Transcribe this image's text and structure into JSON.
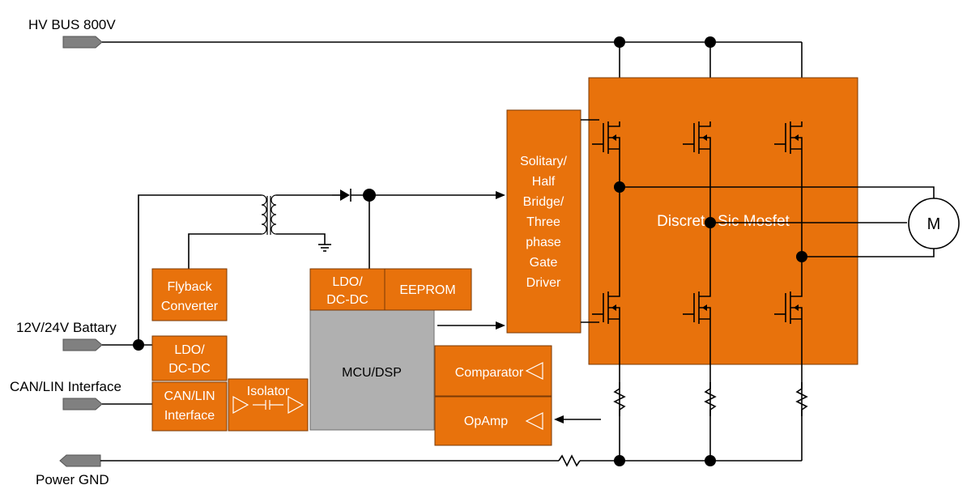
{
  "ports": {
    "hv_bus": "HV BUS 800V",
    "battery": "12V/24V Battary",
    "can_lin": "CAN/LIN Interface",
    "power_gnd": "Power GND"
  },
  "blocks": {
    "flyback": [
      "Flyback",
      "Converter"
    ],
    "ldo_left": [
      "LDO/",
      "DC-DC"
    ],
    "can_lin_block": [
      "CAN/LIN",
      "Interface"
    ],
    "isolator": "Isolator",
    "ldo_mcu": [
      "LDO/",
      "DC-DC"
    ],
    "eeprom": "EEPROM",
    "mcu": "MCU/DSP",
    "comparator": "Comparator",
    "opamp": "OpAmp",
    "gate_driver": [
      "Solitary/",
      "Half",
      "Bridge/",
      "Three",
      "phase",
      "Gate",
      "Driver"
    ],
    "mosfet": "Discrete Sic Mosfet",
    "motor": "M"
  },
  "colors": {
    "block_orange": "#e8720c",
    "mcu_gray": "#b0b0b0",
    "port_gray": "#808080"
  }
}
